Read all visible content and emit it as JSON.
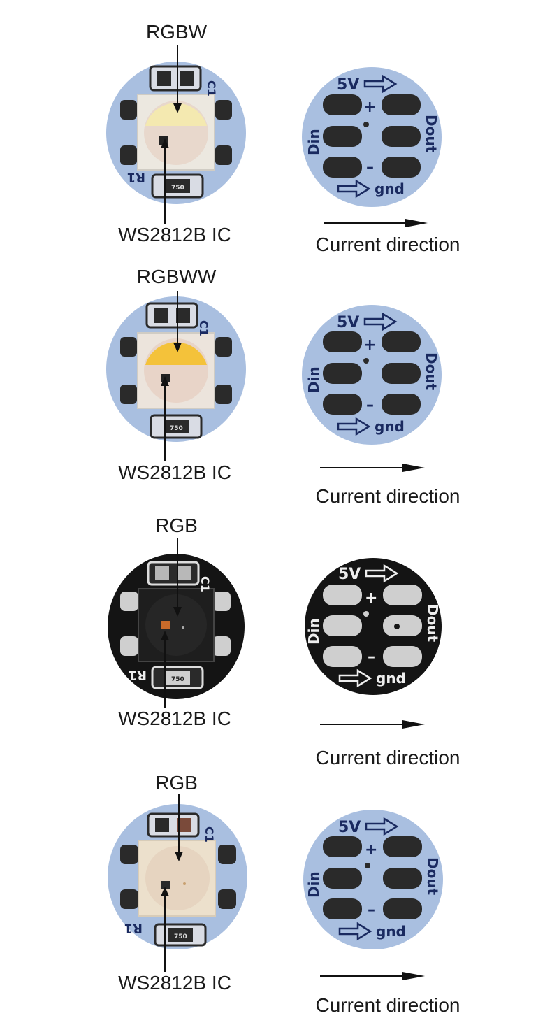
{
  "modules": [
    {
      "led_type": "RGBW",
      "ic_label": "WS2812B IC",
      "direction_label": "Current direction",
      "board_color": "#a9bfe0",
      "led_color": "#f4e9b0",
      "pad_color": "#2a2a2a"
    },
    {
      "led_type": "RGBWW",
      "ic_label": "WS2812B IC",
      "direction_label": "Current direction",
      "board_color": "#a9bfe0",
      "led_color": "#f4c23a",
      "pad_color": "#2a2a2a"
    },
    {
      "led_type": "RGB",
      "ic_label": "WS2812B IC",
      "direction_label": "Current direction",
      "board_color": "#141414",
      "led_color": "#1e1e1e",
      "pad_color": "#cfcfcf"
    },
    {
      "led_type": "RGB",
      "ic_label": "WS2812B IC",
      "direction_label": "Current direction",
      "board_color": "#a9bfe0",
      "led_color": "#ece0cc",
      "pad_color": "#2a2a2a"
    }
  ],
  "silkscreen": {
    "voltage": "5V",
    "plus": "+",
    "minus": "–",
    "data_in": "Din",
    "data_out": "Dout",
    "ground": "gnd",
    "resistor": "750",
    "capacitor": "C1",
    "resistor_ref": "R1"
  }
}
